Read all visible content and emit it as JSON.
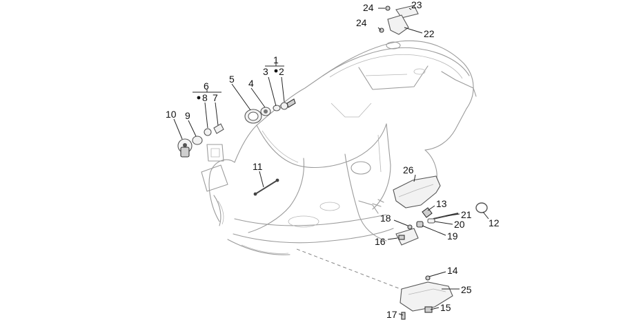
{
  "callouts": [
    {
      "id": "c1",
      "text": "1"
    },
    {
      "id": "c2",
      "text": "2"
    },
    {
      "id": "c3",
      "text": "3"
    },
    {
      "id": "c4",
      "text": "4"
    },
    {
      "id": "c5",
      "text": "5"
    },
    {
      "id": "c6",
      "text": "6"
    },
    {
      "id": "c7",
      "text": "7"
    },
    {
      "id": "c8",
      "text": "8"
    },
    {
      "id": "c9",
      "text": "9"
    },
    {
      "id": "c10",
      "text": "10"
    },
    {
      "id": "c11",
      "text": "11"
    },
    {
      "id": "c12",
      "text": "12"
    },
    {
      "id": "c13",
      "text": "13"
    },
    {
      "id": "c14",
      "text": "14"
    },
    {
      "id": "c15",
      "text": "15"
    },
    {
      "id": "c16",
      "text": "16"
    },
    {
      "id": "c17",
      "text": "17"
    },
    {
      "id": "c18",
      "text": "18"
    },
    {
      "id": "c19",
      "text": "19"
    },
    {
      "id": "c20",
      "text": "20"
    },
    {
      "id": "c21",
      "text": "21"
    },
    {
      "id": "c22",
      "text": "22"
    },
    {
      "id": "c23",
      "text": "23"
    },
    {
      "id": "c24a",
      "text": "24"
    },
    {
      "id": "c24b",
      "text": "24"
    },
    {
      "id": "c25",
      "text": "25"
    },
    {
      "id": "c26",
      "text": "26"
    }
  ]
}
